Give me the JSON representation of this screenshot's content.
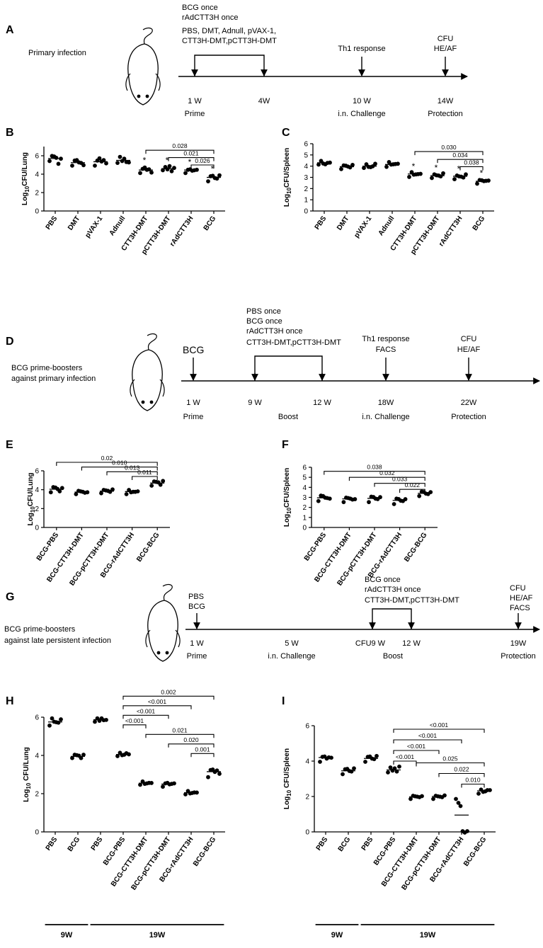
{
  "timelines": [
    {
      "label": "A",
      "desc": [
        "Primary infection"
      ],
      "events": [
        {
          "week": 1,
          "ticks": [
            "1 W"
          ],
          "sub": "Prime"
        },
        {
          "week": 4,
          "ticks": [
            "4W"
          ],
          "sub": ""
        },
        {
          "week": 10,
          "ticks": [
            "10 W"
          ],
          "sub": "i.n. Challenge"
        },
        {
          "week": 14,
          "ticks": [
            "14W"
          ],
          "sub": "Protection"
        }
      ],
      "bracket": {
        "from": 1,
        "to": 4,
        "labels": [
          "BCG once",
          "rAdCTT3H  once",
          "PBS, DMT, Adnull, pVAX-1,",
          "CTT3H-DMT,pCTT3H-DMT"
        ]
      },
      "arrows": [
        {
          "week": 10,
          "labels": [
            "Th1 response"
          ]
        },
        {
          "week": 14,
          "labels": [
            "CFU",
            "HE/AF"
          ]
        }
      ]
    },
    {
      "label": "D",
      "desc": [
        "BCG prime-boosters",
        "against primary infection"
      ],
      "events": [
        {
          "week": 1,
          "ticks": [
            "1 W"
          ],
          "sub": "Prime"
        },
        {
          "week": 9,
          "ticks": [
            "9 W"
          ],
          "sub": ""
        },
        {
          "week": 12,
          "ticks": [
            "12 W"
          ],
          "sub": ""
        },
        {
          "week": 18,
          "ticks": [
            "18W"
          ],
          "sub": "i.n. Challenge"
        },
        {
          "week": 22,
          "ticks": [
            "22W"
          ],
          "sub": "Protection"
        }
      ],
      "mid_label": {
        "text": "Boost",
        "between": [
          9,
          12
        ]
      },
      "bracket": {
        "from": 9,
        "to": 12,
        "labels": [
          "PBS once",
          "BCG once",
          "rAdCTT3H  once",
          "CTT3H-DMT,pCTT3H-DMT"
        ]
      },
      "arrows": [
        {
          "week": 1,
          "labels": [
            "BCG"
          ]
        },
        {
          "week": 18,
          "labels": [
            "Th1 response",
            "FACS"
          ]
        },
        {
          "week": 22,
          "labels": [
            "CFU",
            "HE/AF"
          ]
        }
      ]
    },
    {
      "label": "G",
      "desc": [
        "BCG prime-boosters",
        "against late persistent infection"
      ],
      "events": [
        {
          "week": 1,
          "ticks": [
            "1 W"
          ],
          "sub": "Prime"
        },
        {
          "week": 5,
          "ticks": [
            "5 W"
          ],
          "sub": "i.n. Challenge"
        },
        {
          "week": 9,
          "ticks": [
            "CFU9 W"
          ],
          "sub": ""
        },
        {
          "week": 12,
          "ticks": [
            "12 W"
          ],
          "sub": ""
        },
        {
          "week": 19,
          "ticks": [
            "19W"
          ],
          "sub": "Protection"
        }
      ],
      "mid_label": {
        "text": "Boost",
        "between": [
          9,
          12
        ]
      },
      "bracket": {
        "from": 9,
        "to": 12,
        "labels": [
          "BCG once",
          "rAdCTT3H  once",
          "CTT3H-DMT,pCTT3H-DMT"
        ]
      },
      "arrows": [
        {
          "week": 1,
          "labels": [
            "PBS",
            "BCG"
          ]
        },
        {
          "week": 19,
          "labels": [
            "CFU",
            "HE/AF",
            "FACS"
          ]
        }
      ]
    }
  ],
  "chart_data": [
    {
      "label": "B",
      "type": "scatter",
      "ylabel": "Log10CFU/Lung",
      "ylim": [
        0,
        7
      ],
      "yticks": [
        0,
        2,
        4,
        6
      ],
      "categories": [
        "PBS",
        "DMT",
        "pVAX-1",
        "Adnull",
        "CTT3H-DMT",
        "pCTT3H-DMT",
        "rAdCTT3H",
        "BCG"
      ],
      "groups": [
        {
          "values": [
            5.5,
            5.9,
            6.0,
            5.7,
            5.2,
            5.6
          ],
          "mean": 5.7
        },
        {
          "values": [
            5.0,
            5.4,
            5.6,
            5.2,
            5.3,
            4.9
          ],
          "mean": 5.25
        },
        {
          "values": [
            5.0,
            5.4,
            5.8,
            5.3,
            5.6,
            5.1
          ],
          "mean": 5.35
        },
        {
          "values": [
            5.3,
            5.8,
            5.5,
            5.6,
            5.4,
            5.2
          ],
          "mean": 5.5
        },
        {
          "values": [
            4.2,
            4.5,
            4.8,
            4.4,
            4.6,
            4.1
          ],
          "mean": 4.45,
          "star": true
        },
        {
          "values": [
            4.5,
            4.7,
            4.6,
            4.8,
            4.4,
            4.6
          ],
          "mean": 4.6,
          "star": true
        },
        {
          "values": [
            4.2,
            4.4,
            4.6,
            4.3,
            4.5,
            4.4
          ],
          "mean": 4.45,
          "star": true
        },
        {
          "values": [
            3.3,
            3.7,
            3.9,
            3.5,
            3.6,
            3.8
          ],
          "mean": 3.65,
          "star": true
        }
      ],
      "comparisons": [
        {
          "from": 4,
          "to": 7,
          "y": 6.6,
          "text": "0.028"
        },
        {
          "from": 5,
          "to": 7,
          "y": 5.8,
          "text": "0.021"
        },
        {
          "from": 6,
          "to": 7,
          "y": 5.0,
          "text": "0.026"
        }
      ]
    },
    {
      "label": "C",
      "type": "scatter",
      "ylabel": "Log10CFU/Spleen",
      "ylim": [
        0,
        6
      ],
      "yticks": [
        0,
        1,
        2,
        3,
        4,
        5,
        6
      ],
      "categories": [
        "PBS",
        "DMT",
        "pVAX-1",
        "Adnull",
        "CTT3H-DMT",
        "pCTT3H-DMT",
        "rAdCTT3H",
        "BCG"
      ],
      "groups": [
        {
          "values": [
            4.2,
            4.4,
            4.3,
            4.1,
            4.35,
            4.25
          ],
          "mean": 4.3
        },
        {
          "values": [
            3.8,
            4.0,
            4.1,
            3.9,
            3.95,
            4.05
          ],
          "mean": 3.95
        },
        {
          "values": [
            3.9,
            4.1,
            4.0,
            3.85,
            4.05,
            4.15
          ],
          "mean": 4.0
        },
        {
          "values": [
            4.0,
            4.3,
            4.2,
            4.1,
            4.25,
            4.15
          ],
          "mean": 4.15
        },
        {
          "values": [
            3.1,
            3.4,
            3.3,
            3.2,
            3.35,
            3.25
          ],
          "mean": 3.3,
          "star": true
        },
        {
          "values": [
            3.0,
            3.2,
            3.25,
            3.1,
            3.15,
            3.3
          ],
          "mean": 3.15,
          "star": true
        },
        {
          "values": [
            2.9,
            3.1,
            3.15,
            3.0,
            3.05,
            3.2
          ],
          "mean": 3.1,
          "star": true
        },
        {
          "values": [
            2.5,
            2.7,
            2.8,
            2.6,
            2.75,
            2.65
          ],
          "mean": 2.65,
          "star": true
        }
      ],
      "comparisons": [
        {
          "from": 4,
          "to": 7,
          "y": 5.3,
          "text": "0.030"
        },
        {
          "from": 5,
          "to": 7,
          "y": 4.6,
          "text": "0.034"
        },
        {
          "from": 6,
          "to": 7,
          "y": 3.95,
          "text": "0.038"
        }
      ]
    },
    {
      "label": "E",
      "type": "scatter",
      "ylabel": "Log10CFU/Lung",
      "ylim": [
        0,
        6
      ],
      "yticks": [
        0,
        2,
        4,
        6
      ],
      "categories": [
        "BCG-PBS",
        "BCG-CTT3H-DMT",
        "BCG-pCTT3H-DMT",
        "BCG-rAdCTT3H",
        "BCG-BCG"
      ],
      "groups": [
        {
          "values": [
            3.8,
            4.2,
            4.3,
            4.0,
            3.9,
            4.1
          ],
          "mean": 4.05
        },
        {
          "values": [
            3.6,
            3.8,
            3.9,
            3.7,
            3.75,
            3.65
          ],
          "mean": 3.75
        },
        {
          "values": [
            3.7,
            3.9,
            4.0,
            3.8,
            3.85,
            3.95
          ],
          "mean": 3.85
        },
        {
          "values": [
            3.6,
            3.9,
            3.8,
            3.7,
            3.85,
            3.75
          ],
          "mean": 3.8
        },
        {
          "values": [
            4.5,
            4.8,
            4.9,
            4.7,
            4.6,
            4.85
          ],
          "mean": 4.7
        }
      ],
      "comparisons": [
        {
          "from": 0,
          "to": 4,
          "y": 6.9,
          "text": "0.02"
        },
        {
          "from": 1,
          "to": 4,
          "y": 6.4,
          "text": "0.010"
        },
        {
          "from": 2,
          "to": 4,
          "y": 5.9,
          "text": "0.013"
        },
        {
          "from": 3,
          "to": 4,
          "y": 5.4,
          "text": "0.011"
        }
      ]
    },
    {
      "label": "F",
      "type": "scatter",
      "ylabel": "Log10CFU/Spleen",
      "ylim": [
        0,
        6
      ],
      "yticks": [
        0,
        1,
        2,
        3,
        4,
        5,
        6
      ],
      "categories": [
        "BCG-PBS",
        "BCG-CTT3H-DMT",
        "BCG-pCTT3H-DMT",
        "BCG-rAdCTT3H",
        "BCG-BCG"
      ],
      "groups": [
        {
          "values": [
            2.7,
            3.1,
            3.2,
            2.9,
            3.0,
            2.8
          ],
          "mean": 2.95
        },
        {
          "values": [
            2.6,
            2.9,
            3.0,
            2.8,
            2.85,
            2.75
          ],
          "mean": 2.85
        },
        {
          "values": [
            2.6,
            3.0,
            3.1,
            2.8,
            2.9,
            2.95
          ],
          "mean": 2.9
        },
        {
          "values": [
            2.4,
            2.8,
            2.9,
            2.6,
            2.7,
            2.75
          ],
          "mean": 2.7
        },
        {
          "values": [
            3.2,
            3.5,
            3.6,
            3.3,
            3.4,
            3.45
          ],
          "mean": 3.4
        }
      ],
      "comparisons": [
        {
          "from": 0,
          "to": 4,
          "y": 5.6,
          "text": "0.038"
        },
        {
          "from": 1,
          "to": 4,
          "y": 5.0,
          "text": "0.032"
        },
        {
          "from": 2,
          "to": 4,
          "y": 4.4,
          "text": "0.033"
        },
        {
          "from": 3,
          "to": 4,
          "y": 3.8,
          "text": "0.022"
        }
      ]
    },
    {
      "label": "H",
      "type": "scatter",
      "ylabel": "Log10 CFU/Lung",
      "ylim": [
        0,
        6
      ],
      "yticks": [
        0,
        2,
        4,
        6
      ],
      "categories": [
        "PBS",
        "BCG",
        "PBS",
        "BCG-PBS",
        "BCG-CTT3H-DMT",
        "BCG-pCTT3H-DMT",
        "BCG-rAdCTT3H",
        "BCG-BCG"
      ],
      "groups": [
        {
          "values": [
            5.6,
            5.9,
            5.8,
            5.7,
            5.75,
            5.85
          ],
          "mean": 5.75
        },
        {
          "values": [
            3.9,
            4.0,
            4.05,
            3.95,
            3.9,
            4.0
          ],
          "mean": 3.95
        },
        {
          "values": [
            5.8,
            5.9,
            5.85,
            5.9,
            5.88,
            5.82
          ],
          "mean": 5.87
        },
        {
          "values": [
            4.0,
            4.1,
            4.05,
            4.0,
            4.15,
            4.02
          ],
          "mean": 4.05
        },
        {
          "values": [
            2.5,
            2.6,
            2.55,
            2.5,
            2.6,
            2.52
          ],
          "mean": 2.55
        },
        {
          "values": [
            2.4,
            2.5,
            2.6,
            2.45,
            2.55,
            2.5
          ],
          "mean": 2.5
        },
        {
          "values": [
            2.0,
            2.1,
            2.05,
            2.0,
            2.1,
            2.02
          ],
          "mean": 2.05
        },
        {
          "values": [
            2.9,
            3.2,
            3.3,
            3.1,
            3.25,
            3.0
          ],
          "mean": 3.15
        }
      ],
      "comparisons": [
        {
          "from": 3,
          "to": 7,
          "y": 7.1,
          "text": "0.002"
        },
        {
          "from": 3,
          "to": 6,
          "y": 6.6,
          "text": "<0.001"
        },
        {
          "from": 3,
          "to": 5,
          "y": 6.1,
          "text": "<0.001"
        },
        {
          "from": 3,
          "to": 4,
          "y": 5.6,
          "text": "<0.001"
        },
        {
          "from": 4,
          "to": 7,
          "y": 5.1,
          "text": "0.021"
        },
        {
          "from": 5,
          "to": 7,
          "y": 4.6,
          "text": "0.020"
        },
        {
          "from": 6,
          "to": 7,
          "y": 4.1,
          "text": "0.001"
        }
      ],
      "time_groups": [
        {
          "text": "9W",
          "from": 0,
          "to": 1
        },
        {
          "text": "19W",
          "from": 2,
          "to": 7
        }
      ]
    },
    {
      "label": "I",
      "type": "scatter",
      "ylabel": "Log10 CFU/Spleen",
      "ylim": [
        0,
        6
      ],
      "yticks": [
        0,
        2,
        4,
        6
      ],
      "categories": [
        "PBS",
        "BCG",
        "PBS",
        "BCG-PBS",
        "BCG-CTT3H-DMT",
        "BCG-pCTT3H-DMT",
        "BCG-rAdCTT3H",
        "BCG-BCG"
      ],
      "groups": [
        {
          "values": [
            4.0,
            4.2,
            4.3,
            4.1,
            4.25,
            4.15
          ],
          "mean": 4.2
        },
        {
          "values": [
            3.3,
            3.5,
            3.6,
            3.4,
            3.45,
            3.55
          ],
          "mean": 3.45
        },
        {
          "values": [
            4.0,
            4.2,
            4.3,
            4.1,
            4.15,
            4.25
          ],
          "mean": 4.15
        },
        {
          "values": [
            3.4,
            3.6,
            3.5,
            3.55,
            3.45,
            3.65
          ],
          "mean": 3.5
        },
        {
          "values": [
            1.9,
            2.0,
            2.05,
            1.95,
            2.0,
            1.98
          ],
          "mean": 1.98
        },
        {
          "values": [
            1.9,
            2.0,
            2.05,
            1.95,
            2.0,
            2.02
          ],
          "mean": 2.0
        },
        {
          "values": [
            1.9,
            1.6,
            1.5,
            0.0,
            0.0,
            0.0
          ],
          "mean": 0.95
        },
        {
          "values": [
            2.2,
            2.35,
            2.3,
            2.25,
            2.4,
            2.32
          ],
          "mean": 2.32
        }
      ],
      "comparisons": [
        {
          "from": 3,
          "to": 7,
          "y": 5.8,
          "text": "<0.001"
        },
        {
          "from": 3,
          "to": 6,
          "y": 5.2,
          "text": "<0.001"
        },
        {
          "from": 3,
          "to": 5,
          "y": 4.6,
          "text": "<0.001"
        },
        {
          "from": 3,
          "to": 4,
          "y": 4.0,
          "text": "<0.001"
        },
        {
          "from": 4,
          "to": 7,
          "y": 3.9,
          "text": "0.025"
        },
        {
          "from": 5,
          "to": 7,
          "y": 3.3,
          "text": "0.022"
        },
        {
          "from": 6,
          "to": 7,
          "y": 2.7,
          "text": "0.010"
        }
      ],
      "time_groups": [
        {
          "text": "9W",
          "from": 0,
          "to": 1
        },
        {
          "text": "19W",
          "from": 2,
          "to": 7
        }
      ]
    }
  ]
}
